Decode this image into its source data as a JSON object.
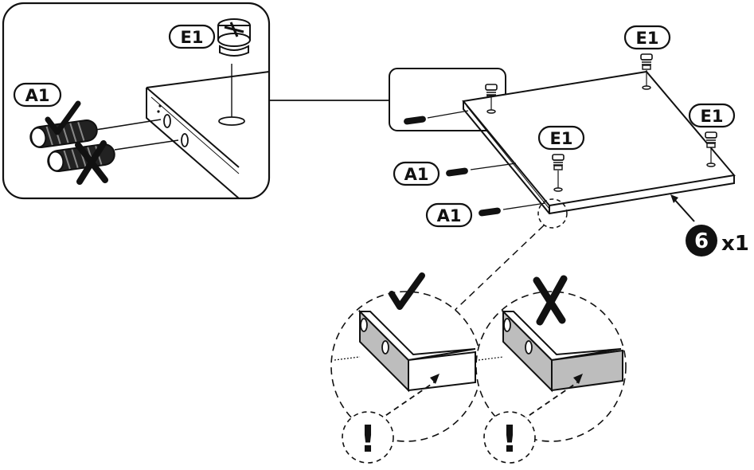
{
  "labels": {
    "dowel": "A1",
    "cam_lock": "E1",
    "panel_number": "6",
    "quantity": "x1",
    "attention": "!"
  },
  "marks": {
    "correct": "✓",
    "wrong": "✗"
  },
  "colors": {
    "ink": "#111111",
    "shade": "#bdbdbd",
    "paper": "#ffffff"
  }
}
